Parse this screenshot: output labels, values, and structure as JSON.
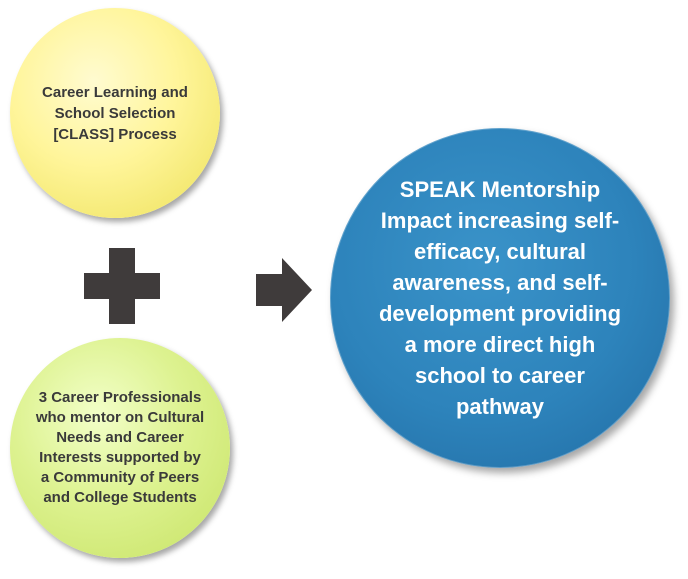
{
  "diagram": {
    "input_one": "Career Learning and School Selection [CLASS] Process",
    "input_two": "3 Career Professionals who mentor on Cultural Needs and Career Interests supported by a Community of Peers and College Students",
    "outcome": "SPEAK Mentorship Impact increasing self-efficacy, cultural awareness, and self-development providing a more direct high school to career pathway"
  },
  "colors": {
    "yellow_circle": "#fff59a",
    "green_circle": "#ddf290",
    "blue_circle": "#2d83bb",
    "symbol": "#3f3b3b"
  },
  "icons": {
    "plus": "plus-icon",
    "arrow": "arrow-right-icon"
  }
}
